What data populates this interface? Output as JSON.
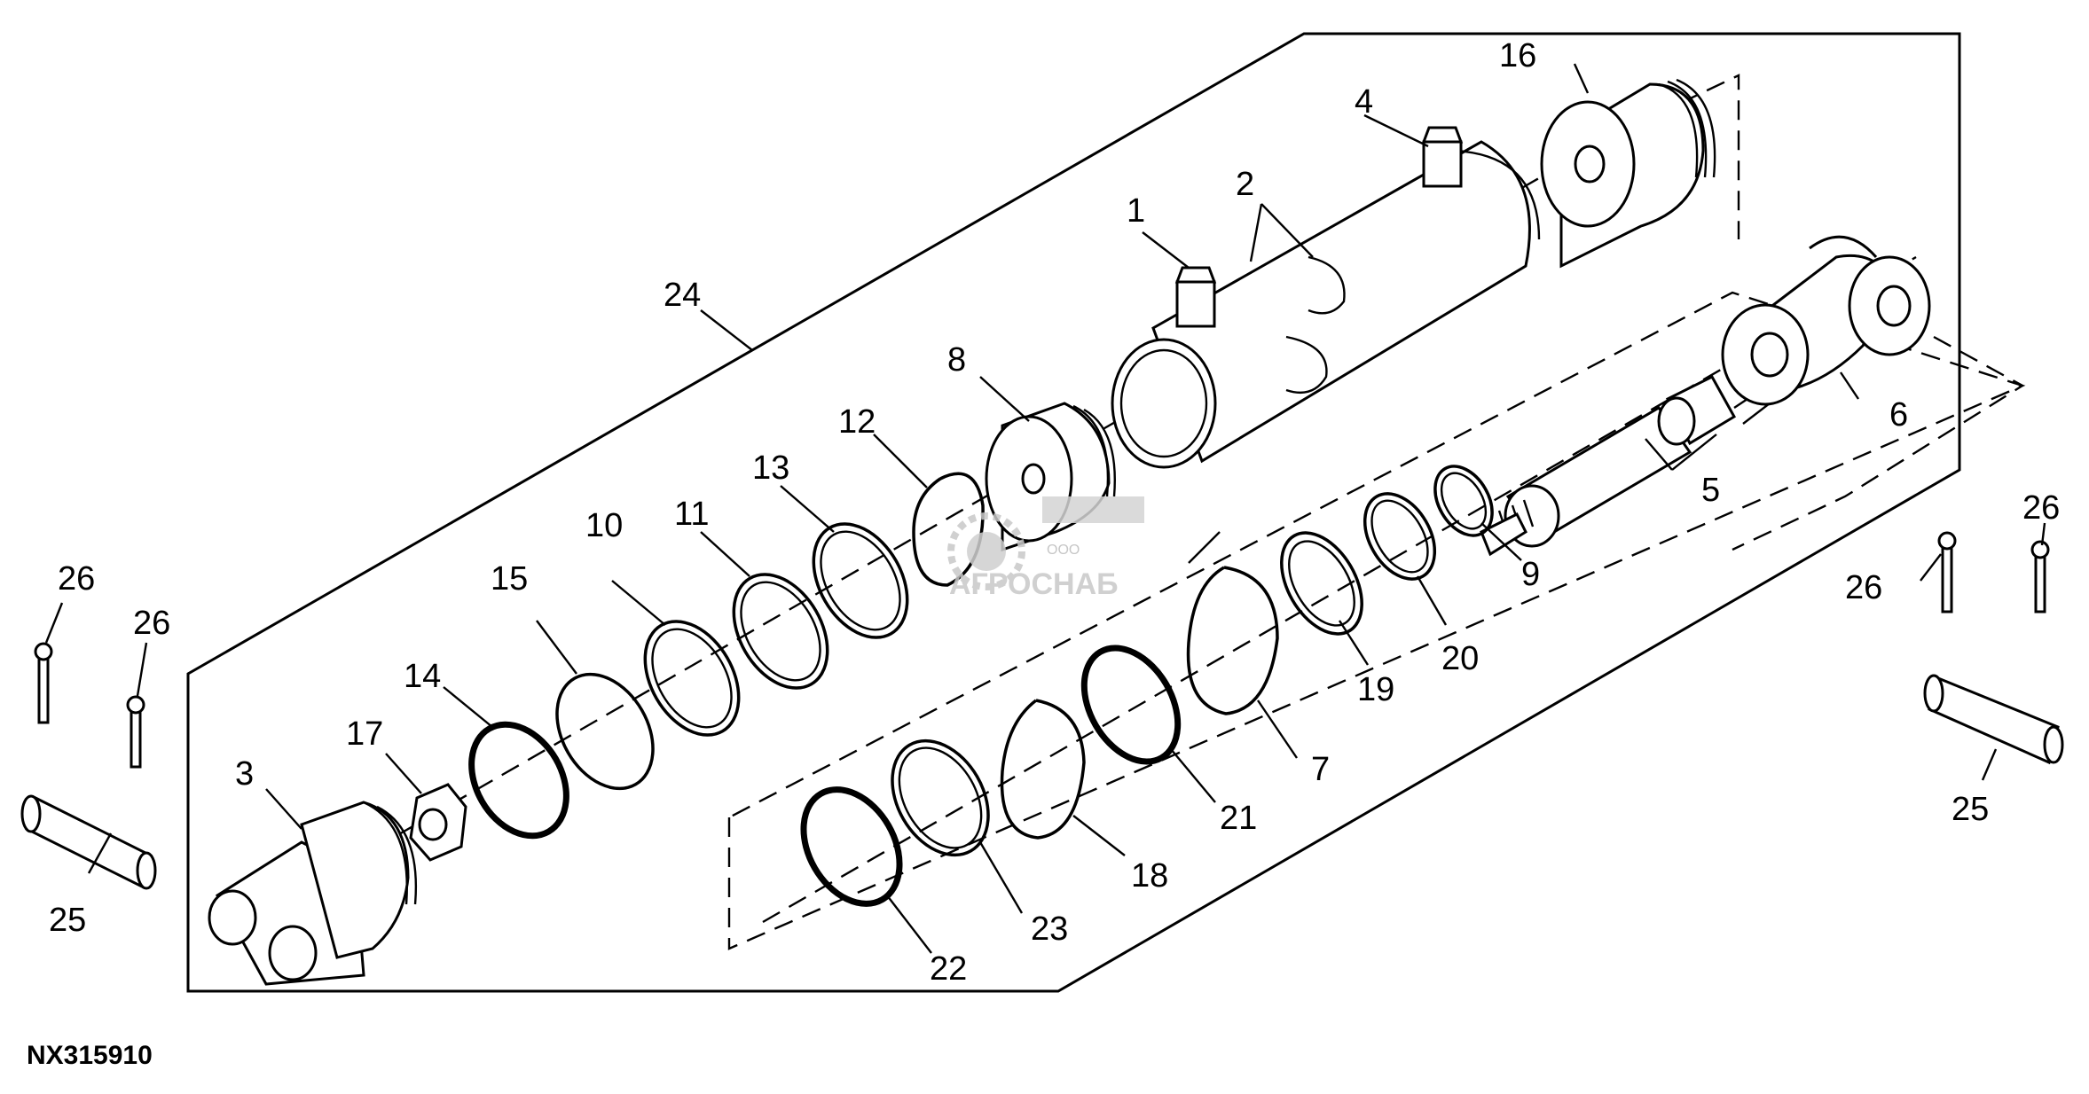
{
  "figure_code": "NX315910",
  "watermark": {
    "small": "ООО",
    "brand": "АГРОСНАБ"
  },
  "callouts": {
    "c1": "1",
    "c2": "2",
    "c3": "3",
    "c4": "4",
    "c5": "5",
    "c6": "6",
    "c7": "7",
    "c8": "8",
    "c9": "9",
    "c10": "10",
    "c11": "11",
    "c12": "12",
    "c13": "13",
    "c14": "14",
    "c15": "15",
    "c16": "16",
    "c17": "17",
    "c18": "18",
    "c19": "19",
    "c20": "20",
    "c21": "21",
    "c22": "22",
    "c23": "23",
    "c24": "24",
    "c25a": "25",
    "c25b": "25",
    "c26a": "26",
    "c26b": "26",
    "c26c": "26",
    "c26d": "26"
  }
}
